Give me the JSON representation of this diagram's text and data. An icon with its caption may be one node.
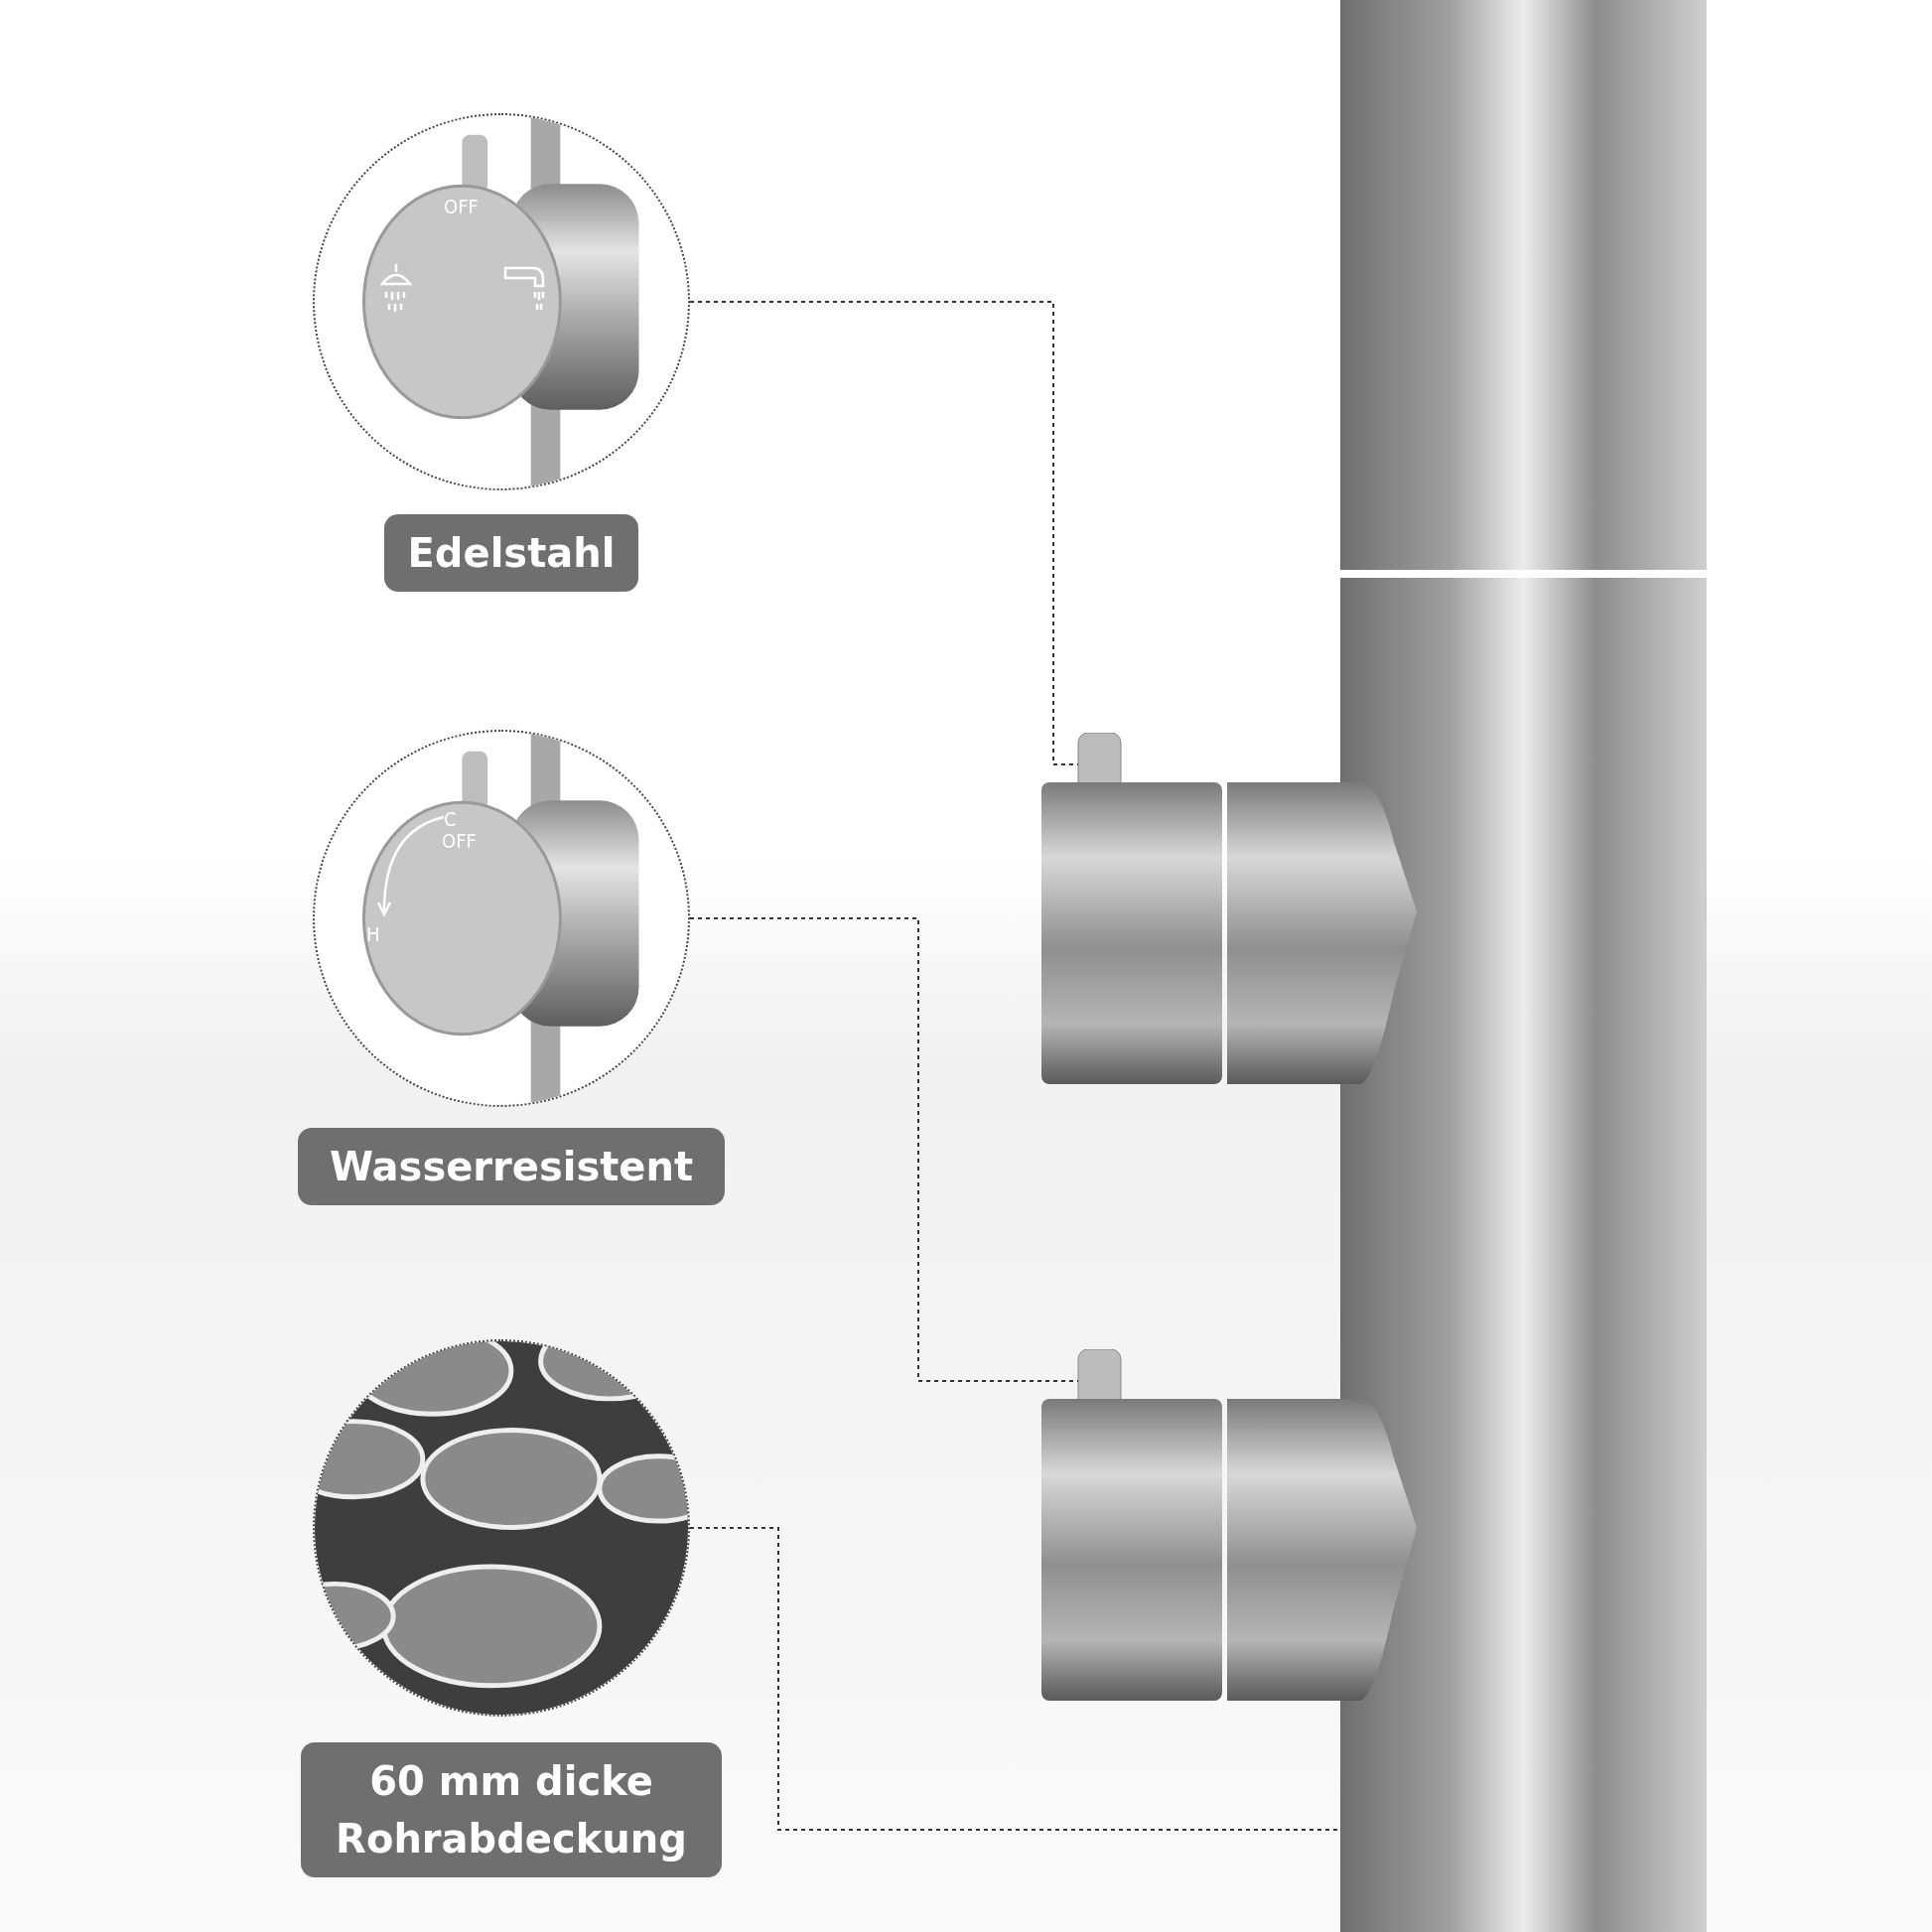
{
  "diagram": {
    "nodes": [
      {
        "text": [],
        "shape": "picture",
        "beside": [
          "Edelstahl"
        ]
      },
      {
        "text": [],
        "shape": "picture",
        "beside": [
          "Wasserresistent"
        ]
      },
      {
        "text": [],
        "shape": "picture",
        "beside": [
          "60 mm dicke Rohrabdeckung"
        ]
      },
      {
        "text": [],
        "shape": "picture"
      },
      {
        "text": [],
        "shape": "picture"
      },
      {
        "text": [],
        "shape": "picture"
      }
    ],
    "edges": [
      {
        "from": 0,
        "to": 3,
        "arrow": "none",
        "style": "dashed"
      },
      {
        "from": 1,
        "to": 4,
        "arrow": "none",
        "style": "dashed"
      },
      {
        "from": 2,
        "to": 5,
        "arrow": "none",
        "style": "dashed"
      }
    ],
    "labels": [
      "OFF",
      "C",
      "OFF",
      "H"
    ]
  }
}
